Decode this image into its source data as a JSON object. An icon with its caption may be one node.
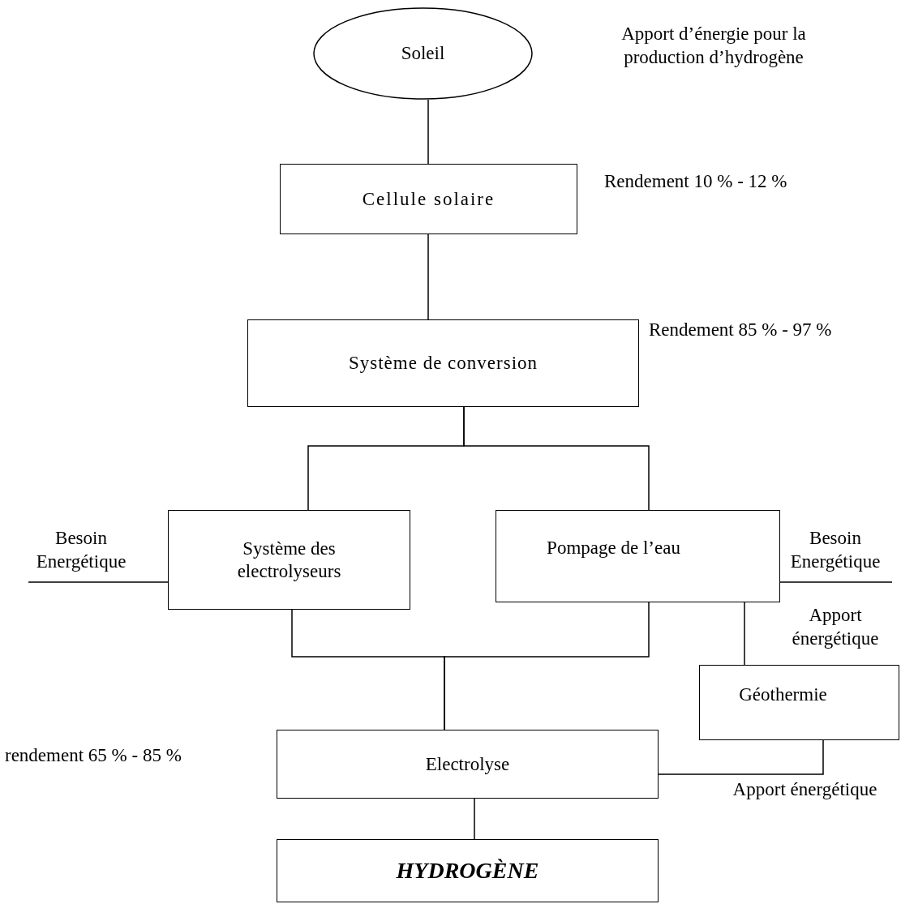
{
  "diagram": {
    "nodes": [
      {
        "text": [
          "Soleil"
        ]
      },
      {
        "text": [
          "Cellule solaire"
        ]
      },
      {
        "text": [
          "Système de conversion"
        ]
      },
      {
        "text": [
          "Système des electrolyseurs"
        ]
      },
      {
        "text": [
          "Pompage de l’eau"
        ]
      },
      {
        "text": [
          "Géothermie"
        ]
      },
      {
        "text": [
          "Electrolyse"
        ]
      },
      {
        "text": [
          "HYDROGÈNE"
        ]
      }
    ],
    "edges": [
      {
        "from": 0,
        "to": 1,
        "arrow": "none"
      },
      {
        "from": 1,
        "to": 2,
        "arrow": "none"
      },
      {
        "from": 2,
        "to": 3,
        "arrow": "none"
      },
      {
        "from": 2,
        "to": 4,
        "arrow": "none"
      },
      {
        "from": null,
        "to": 3,
        "arrow": "none",
        "label": "Besoin Energétique"
      },
      {
        "from": 4,
        "to": null,
        "arrow": "none",
        "label": "Besoin Energétique"
      },
      {
        "from": 4,
        "to": 5,
        "arrow": "none",
        "label": "Apport énergétique"
      },
      {
        "from": 3,
        "to": 6,
        "arrow": "none"
      },
      {
        "from": 4,
        "to": 6,
        "arrow": "none"
      },
      {
        "from": 5,
        "to": 6,
        "arrow": "none",
        "label": "Apport énergétique"
      },
      {
        "from": 6,
        "to": 7,
        "arrow": "none"
      }
    ],
    "labels": [
      "Apport d’énergie pour la production d’hydrogène",
      "Rendement 10 % - 12 %",
      "Rendement 85 % - 97 %",
      "rendement 65 % - 85 %"
    ]
  }
}
